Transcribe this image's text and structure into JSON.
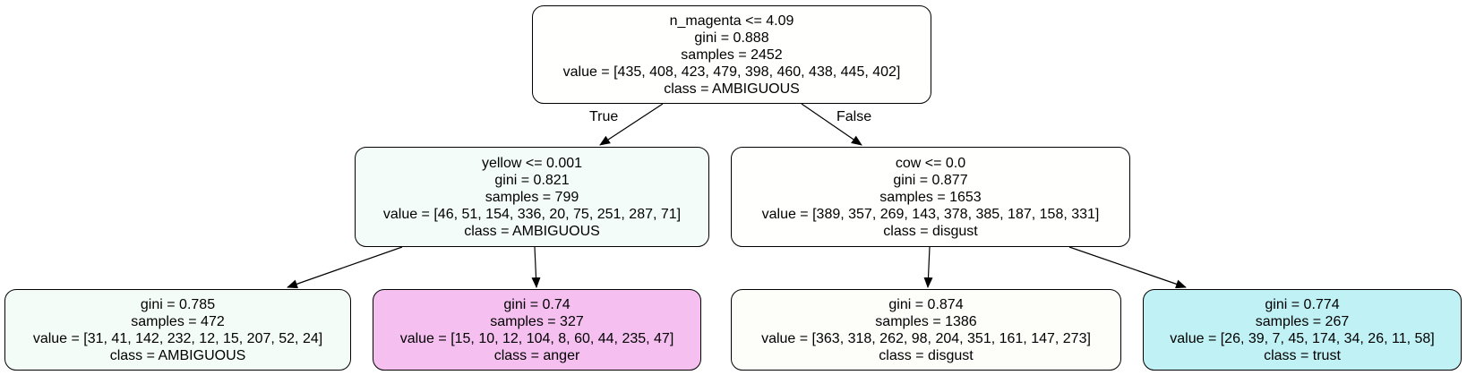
{
  "colors": {
    "root": "#fffffe",
    "left": "#f3fcf8",
    "right": "#fffffe",
    "left_left": "#f4fcf8",
    "left_right": "#f5c0f0",
    "right_left": "#fdfdfa",
    "right_right": "#c0f1f5"
  },
  "nodes": {
    "root": {
      "split": "n_magenta <= 4.09",
      "gini": "gini = 0.888",
      "samples": "samples = 2452",
      "value": "value = [435, 408, 423, 479, 398, 460, 438, 445, 402]",
      "class": "class = AMBIGUOUS"
    },
    "left": {
      "split": "yellow <= 0.001",
      "gini": "gini = 0.821",
      "samples": "samples = 799",
      "value": "value = [46, 51, 154, 336, 20, 75, 251, 287, 71]",
      "class": "class = AMBIGUOUS"
    },
    "right": {
      "split": "cow <= 0.0",
      "gini": "gini = 0.877",
      "samples": "samples = 1653",
      "value": "value = [389, 357, 269, 143, 378, 385, 187, 158, 331]",
      "class": "class = disgust"
    },
    "left_left": {
      "gini": "gini = 0.785",
      "samples": "samples = 472",
      "value": "value = [31, 41, 142, 232, 12, 15, 207, 52, 24]",
      "class": "class = AMBIGUOUS"
    },
    "left_right": {
      "gini": "gini = 0.74",
      "samples": "samples = 327",
      "value": "value = [15, 10, 12, 104, 8, 60, 44, 235, 47]",
      "class": "class = anger"
    },
    "right_left": {
      "gini": "gini = 0.874",
      "samples": "samples = 1386",
      "value": "value = [363, 318, 262, 98, 204, 351, 161, 147, 273]",
      "class": "class = disgust"
    },
    "right_right": {
      "gini": "gini = 0.774",
      "samples": "samples = 267",
      "value": "value = [26, 39, 7, 45, 174, 34, 26, 11, 58]",
      "class": "class = trust"
    }
  },
  "edge_labels": {
    "true": "True",
    "false": "False"
  }
}
